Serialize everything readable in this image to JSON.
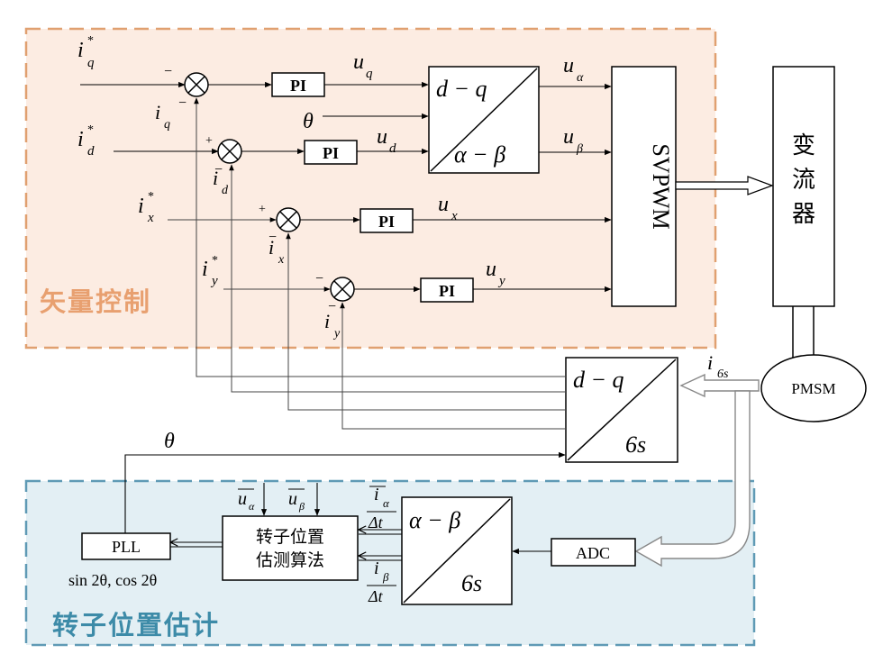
{
  "regions": {
    "vector_control": "矢量控制",
    "rotor_estimation": "转子位置估计"
  },
  "blocks": {
    "pi": "PI",
    "dq_ab_top": "d − q",
    "dq_ab_bottom": "α − β",
    "svpwm": "SVPWM",
    "converter": "变流器",
    "pmsm": "PMSM",
    "dq6s_top": "d − q",
    "dq6s_bottom": "6s",
    "ab6s_top": "α − β",
    "ab6s_bottom": "6s",
    "adc": "ADC",
    "estimator_line1": "转子位置",
    "estimator_line2": "估测算法",
    "pll": "PLL"
  },
  "signals": {
    "iq_ref_main": "i",
    "iq_ref_sub": "q",
    "iq_ref_sup": "*",
    "iq": "i",
    "iq_sub": "q",
    "id_ref_main": "i",
    "id_ref_sub": "d",
    "id_ref_sup": "*",
    "id": "i",
    "id_sub": "d",
    "ix_ref_main": "i",
    "ix_ref_sub": "x",
    "ix_ref_sup": "*",
    "ix": "i",
    "ix_sub": "x",
    "iy_ref_main": "i",
    "iy_ref_sub": "y",
    "iy_ref_sup": "*",
    "iy": "i",
    "iy_sub": "y",
    "uq": "u",
    "uq_sub": "q",
    "ud": "u",
    "ud_sub": "d",
    "ux": "u",
    "ux_sub": "x",
    "uy": "u",
    "uy_sub": "y",
    "ualpha": "u",
    "ualpha_sub": "α",
    "ubeta": "u",
    "ubeta_sub": "β",
    "theta_top": "θ",
    "theta_bottom": "θ",
    "i6s": "i",
    "i6s_sub": "6s",
    "ualpha_bar": "u",
    "ualpha_bar_sub": "α",
    "ubeta_bar": "u",
    "ubeta_bar_sub": "β",
    "ialpha_num": "i",
    "ialpha_num_sub": "α",
    "ibeta_num": "i",
    "ibeta_num_sub": "β",
    "delta_t": "Δt",
    "sin_cos": "sin 2θ, cos 2θ"
  },
  "signs": {
    "minus": "−",
    "plus": "+"
  },
  "colors": {
    "vector_control_fill": "#fcece2",
    "vector_control_border": "#e0a070",
    "estimation_fill": "#e3eff4",
    "estimation_border": "#5f9ab5"
  }
}
